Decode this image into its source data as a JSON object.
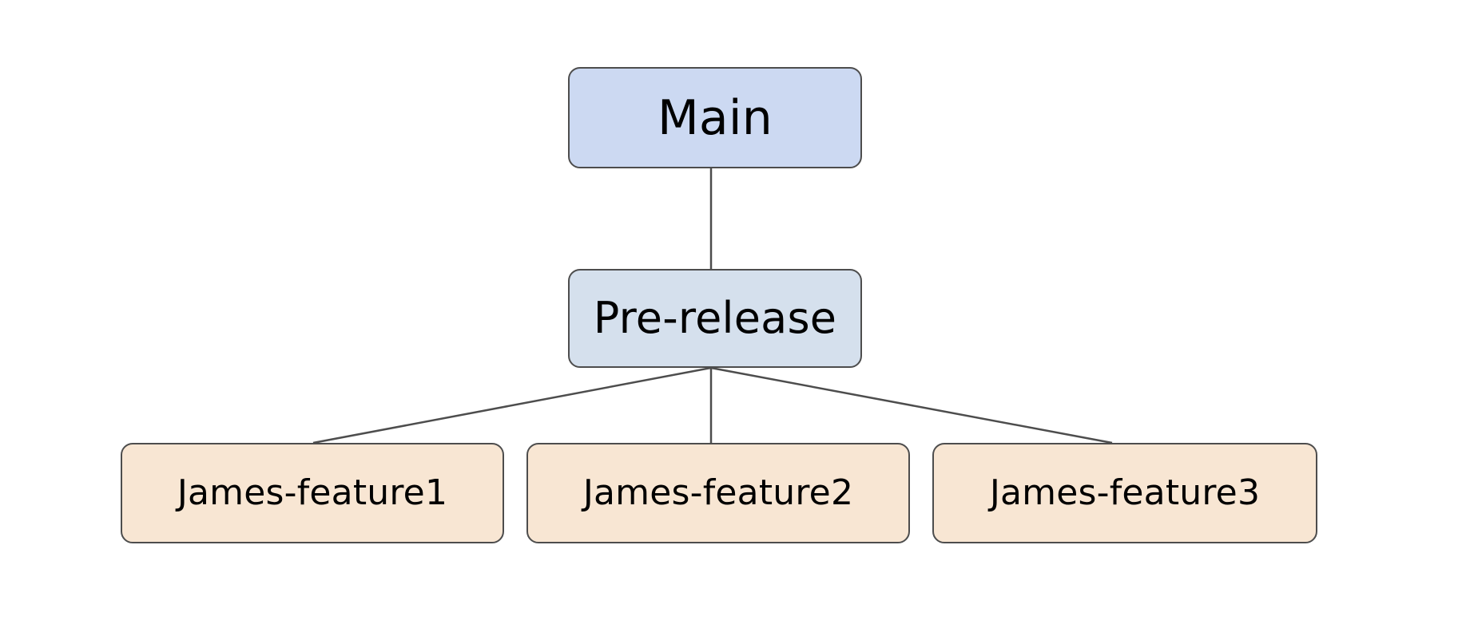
{
  "diagram": {
    "type": "branch-tree",
    "background_color": "#ffffff",
    "edge_color": "#4d4d4d",
    "node_border_color": "#4d4d4d",
    "nodes": [
      {
        "id": "main",
        "label": "Main",
        "level": 0,
        "fill_color": "#ccd9f2"
      },
      {
        "id": "prerelease",
        "label": "Pre-release",
        "level": 1,
        "fill_color": "#d5e0ed"
      },
      {
        "id": "feature-1",
        "label": "James-feature1",
        "level": 2,
        "fill_color": "#f8e6d3"
      },
      {
        "id": "feature-2",
        "label": "James-feature2",
        "level": 2,
        "fill_color": "#f8e6d3"
      },
      {
        "id": "feature-3",
        "label": "James-feature3",
        "level": 2,
        "fill_color": "#f8e6d3"
      }
    ],
    "edges": [
      {
        "from": "main",
        "to": "prerelease"
      },
      {
        "from": "prerelease",
        "to": "feature-1"
      },
      {
        "from": "prerelease",
        "to": "feature-2"
      },
      {
        "from": "prerelease",
        "to": "feature-3"
      }
    ]
  }
}
